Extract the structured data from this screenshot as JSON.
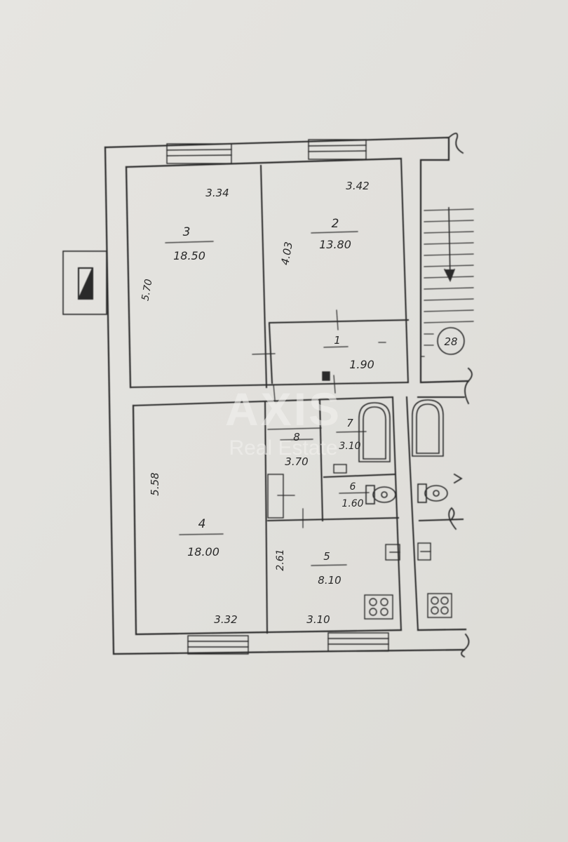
{
  "watermark": {
    "brand": "AXIS",
    "tagline": "Real Estate"
  },
  "rooms": [
    {
      "number": "3",
      "area": "18.50"
    },
    {
      "number": "2",
      "area": "13.80"
    },
    {
      "number": "1",
      "area": "1.90"
    },
    {
      "number": "8",
      "area": "3.70"
    },
    {
      "number": "7",
      "area": "3.10"
    },
    {
      "number": "6",
      "area": "1.60"
    },
    {
      "number": "4",
      "area": "18.00"
    },
    {
      "number": "5",
      "area": "8.10"
    }
  ],
  "dimensions": {
    "room3_width": "3.34",
    "room2_width": "3.42",
    "room3_height": "5.70",
    "room2_height": "4.03",
    "room4_height": "5.58",
    "room4_width": "3.32",
    "room5_width": "3.10",
    "room5_height": "2.61"
  },
  "stair_marker": "28",
  "icons": [
    "window-icon",
    "door-icon",
    "bathtub-icon",
    "toilet-icon",
    "sink-icon",
    "stove-icon",
    "stair-arrow-icon",
    "chimney-icon",
    "break-line-icon"
  ]
}
